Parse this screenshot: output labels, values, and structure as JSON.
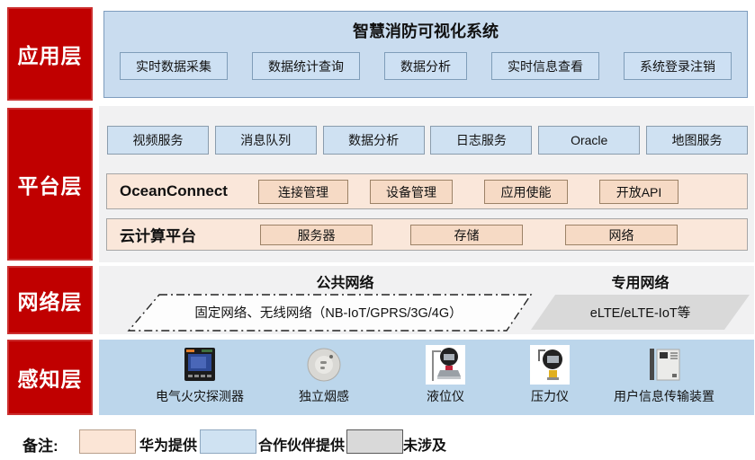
{
  "colors": {
    "layer_label_bg": "#C00000",
    "app_box_bg": "#C9DCEF",
    "blue_button_bg": "#CDE0F3",
    "section_bg": "#F1F1F2",
    "peach_band_bg": "#FAE7DA",
    "peach_button_bg": "#F6DAC5",
    "perception_bg": "#BCD6EB",
    "private_network_bg": "#D9D9D9"
  },
  "layers": {
    "application": {
      "label": "应用层",
      "system_title": "智慧消防可视化系统",
      "buttons": [
        "实时数据采集",
        "数据统计查询",
        "数据分析",
        "实时信息查看",
        "系统登录注销"
      ]
    },
    "platform": {
      "label": "平台层",
      "services": [
        "视频服务",
        "消息队列",
        "数据分析",
        "日志服务",
        "Oracle",
        "地图服务"
      ],
      "ocean_connect": {
        "title": "OceanConnect",
        "buttons": [
          "连接管理",
          "设备管理",
          "应用使能",
          "开放API"
        ]
      },
      "cloud": {
        "title": "云计算平台",
        "buttons": [
          "服务器",
          "存储",
          "网络"
        ]
      }
    },
    "network": {
      "label": "网络层",
      "public": {
        "title": "公共网络",
        "item": "固定网络、无线网络（NB-IoT/GPRS/3G/4G）"
      },
      "private": {
        "title": "专用网络",
        "item": "eLTE/eLTE-IoT等"
      }
    },
    "perception": {
      "label": "感知层",
      "devices": [
        {
          "name": "电气火灾探测器"
        },
        {
          "name": "独立烟感"
        },
        {
          "name": "液位仪"
        },
        {
          "name": "压力仪"
        },
        {
          "name": "用户信息传输装置"
        }
      ]
    }
  },
  "legend": {
    "label": "备注:",
    "items": [
      {
        "label": "华为提供",
        "color": "#FBE5D6"
      },
      {
        "label": "合作伙伴提供",
        "color": "#CFE2F2"
      },
      {
        "label": "未涉及",
        "color": "#D9D9D9"
      }
    ]
  }
}
